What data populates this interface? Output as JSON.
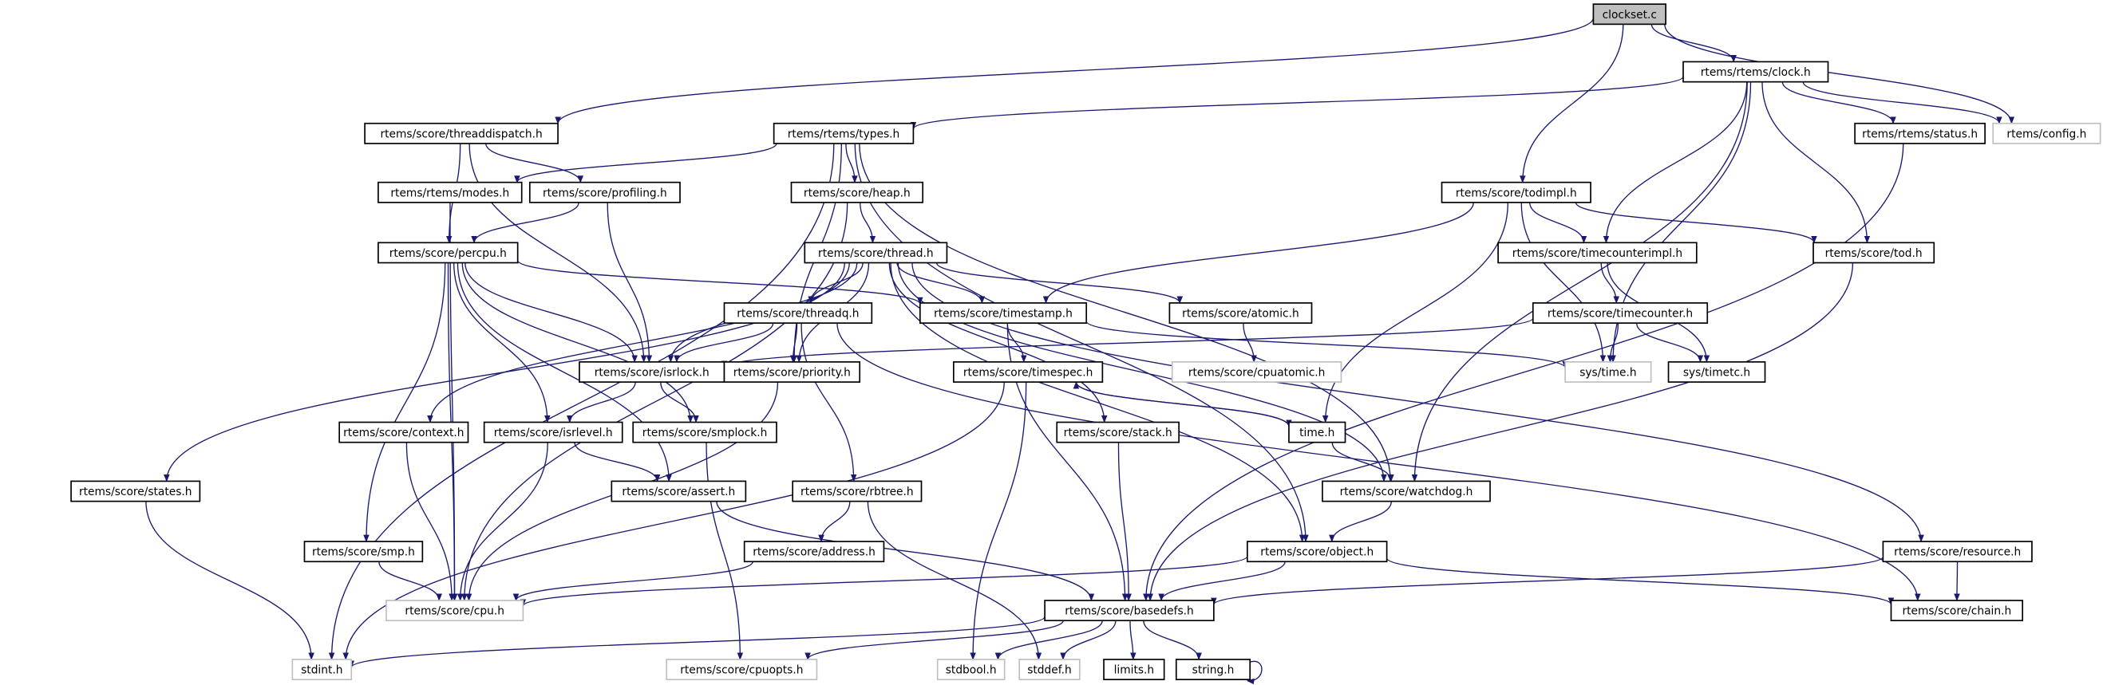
{
  "graph": {
    "colors": {
      "edge": "#191970",
      "root_fill": "#bfbfbf",
      "node_border": "#000000",
      "missing_border": "#bfbfbf",
      "background": "#ffffff"
    },
    "nodes": [
      {
        "id": "clockset",
        "label": "clockset.c",
        "kind": "root"
      },
      {
        "id": "clock",
        "label": "rtems/rtems/clock.h",
        "kind": "found"
      },
      {
        "id": "threaddispatch",
        "label": "rtems/score/threaddispatch.h",
        "kind": "found"
      },
      {
        "id": "types",
        "label": "rtems/rtems/types.h",
        "kind": "found"
      },
      {
        "id": "status",
        "label": "rtems/rtems/status.h",
        "kind": "found"
      },
      {
        "id": "config",
        "label": "rtems/config.h",
        "kind": "missing"
      },
      {
        "id": "modes",
        "label": "rtems/rtems/modes.h",
        "kind": "found"
      },
      {
        "id": "profiling",
        "label": "rtems/score/profiling.h",
        "kind": "found"
      },
      {
        "id": "heap",
        "label": "rtems/score/heap.h",
        "kind": "found"
      },
      {
        "id": "todimpl",
        "label": "rtems/score/todimpl.h",
        "kind": "found"
      },
      {
        "id": "percpu",
        "label": "rtems/score/percpu.h",
        "kind": "found"
      },
      {
        "id": "thread",
        "label": "rtems/score/thread.h",
        "kind": "found"
      },
      {
        "id": "timecounterimpl",
        "label": "rtems/score/timecounterimpl.h",
        "kind": "found"
      },
      {
        "id": "tod",
        "label": "rtems/score/tod.h",
        "kind": "found"
      },
      {
        "id": "threadq",
        "label": "rtems/score/threadq.h",
        "kind": "found"
      },
      {
        "id": "timestamp",
        "label": "rtems/score/timestamp.h",
        "kind": "found"
      },
      {
        "id": "atomic",
        "label": "rtems/score/atomic.h",
        "kind": "found"
      },
      {
        "id": "timecounter",
        "label": "rtems/score/timecounter.h",
        "kind": "found"
      },
      {
        "id": "isrlock",
        "label": "rtems/score/isrlock.h",
        "kind": "found"
      },
      {
        "id": "priority",
        "label": "rtems/score/priority.h",
        "kind": "found"
      },
      {
        "id": "timespec",
        "label": "rtems/score/timespec.h",
        "kind": "found"
      },
      {
        "id": "cpuatomic",
        "label": "rtems/score/cpuatomic.h",
        "kind": "missing"
      },
      {
        "id": "systime",
        "label": "sys/time.h",
        "kind": "missing"
      },
      {
        "id": "systimetc",
        "label": "sys/timetc.h",
        "kind": "found"
      },
      {
        "id": "context",
        "label": "rtems/score/context.h",
        "kind": "found"
      },
      {
        "id": "isrlevel",
        "label": "rtems/score/isrlevel.h",
        "kind": "found"
      },
      {
        "id": "smplock",
        "label": "rtems/score/smplock.h",
        "kind": "found"
      },
      {
        "id": "stack",
        "label": "rtems/score/stack.h",
        "kind": "found"
      },
      {
        "id": "time",
        "label": "time.h",
        "kind": "found"
      },
      {
        "id": "states",
        "label": "rtems/score/states.h",
        "kind": "found"
      },
      {
        "id": "assert",
        "label": "rtems/score/assert.h",
        "kind": "found"
      },
      {
        "id": "rbtree",
        "label": "rtems/score/rbtree.h",
        "kind": "found"
      },
      {
        "id": "watchdog",
        "label": "rtems/score/watchdog.h",
        "kind": "found"
      },
      {
        "id": "smp",
        "label": "rtems/score/smp.h",
        "kind": "found"
      },
      {
        "id": "address",
        "label": "rtems/score/address.h",
        "kind": "found"
      },
      {
        "id": "object",
        "label": "rtems/score/object.h",
        "kind": "found"
      },
      {
        "id": "resource",
        "label": "rtems/score/resource.h",
        "kind": "found"
      },
      {
        "id": "cpu",
        "label": "rtems/score/cpu.h",
        "kind": "missing"
      },
      {
        "id": "basedefs",
        "label": "rtems/score/basedefs.h",
        "kind": "found"
      },
      {
        "id": "chain",
        "label": "rtems/score/chain.h",
        "kind": "found"
      },
      {
        "id": "stdint",
        "label": "stdint.h",
        "kind": "missing"
      },
      {
        "id": "cpuopts",
        "label": "rtems/score/cpuopts.h",
        "kind": "missing"
      },
      {
        "id": "stdbool",
        "label": "stdbool.h",
        "kind": "missing"
      },
      {
        "id": "stddef",
        "label": "stddef.h",
        "kind": "missing"
      },
      {
        "id": "limits",
        "label": "limits.h",
        "kind": "found"
      },
      {
        "id": "string",
        "label": "string.h",
        "kind": "found"
      }
    ],
    "edges": [
      [
        "clockset",
        "threaddispatch"
      ],
      [
        "clockset",
        "clock"
      ],
      [
        "clockset",
        "todimpl"
      ],
      [
        "clockset",
        "config"
      ],
      [
        "clock",
        "types"
      ],
      [
        "clock",
        "status"
      ],
      [
        "clock",
        "config"
      ],
      [
        "clock",
        "timecounterimpl"
      ],
      [
        "clock",
        "systime"
      ],
      [
        "clock",
        "watchdog"
      ],
      [
        "clock",
        "tod"
      ],
      [
        "status",
        "basedefs"
      ],
      [
        "threaddispatch",
        "percpu"
      ],
      [
        "threaddispatch",
        "profiling"
      ],
      [
        "threaddispatch",
        "isrlock"
      ],
      [
        "types",
        "modes"
      ],
      [
        "types",
        "heap"
      ],
      [
        "types",
        "priority"
      ],
      [
        "types",
        "stdint"
      ],
      [
        "types",
        "watchdog"
      ],
      [
        "types",
        "object"
      ],
      [
        "modes",
        "cpu"
      ],
      [
        "profiling",
        "percpu"
      ],
      [
        "profiling",
        "isrlock"
      ],
      [
        "heap",
        "thread"
      ],
      [
        "heap",
        "cpu"
      ],
      [
        "todimpl",
        "timestamp"
      ],
      [
        "todimpl",
        "timecounterimpl"
      ],
      [
        "todimpl",
        "tod"
      ],
      [
        "todimpl",
        "time"
      ],
      [
        "todimpl",
        "systime"
      ],
      [
        "percpu",
        "timestamp"
      ],
      [
        "percpu",
        "isrlock"
      ],
      [
        "percpu",
        "isrlevel"
      ],
      [
        "percpu",
        "smplock"
      ],
      [
        "percpu",
        "assert"
      ],
      [
        "percpu",
        "smp"
      ],
      [
        "percpu",
        "cpu"
      ],
      [
        "thread",
        "timestamp"
      ],
      [
        "thread",
        "threadq"
      ],
      [
        "thread",
        "atomic"
      ],
      [
        "thread",
        "isrlock"
      ],
      [
        "thread",
        "priority"
      ],
      [
        "thread",
        "states"
      ],
      [
        "thread",
        "context"
      ],
      [
        "thread",
        "stack"
      ],
      [
        "thread",
        "object"
      ],
      [
        "thread",
        "watchdog"
      ],
      [
        "thread",
        "resource"
      ],
      [
        "timecounterimpl",
        "timecounter"
      ],
      [
        "timecounterimpl",
        "systimetc"
      ],
      [
        "tod",
        "basedefs"
      ],
      [
        "timecounter",
        "systime"
      ],
      [
        "timecounter",
        "systimetc"
      ],
      [
        "timecounter",
        "isrlock"
      ],
      [
        "threadq",
        "isrlock"
      ],
      [
        "threadq",
        "priority"
      ],
      [
        "threadq",
        "rbtree"
      ],
      [
        "threadq",
        "chain"
      ],
      [
        "timestamp",
        "timespec"
      ],
      [
        "timestamp",
        "basedefs"
      ],
      [
        "timestamp",
        "systime"
      ],
      [
        "atomic",
        "cpuatomic"
      ],
      [
        "isrlock",
        "isrlevel"
      ],
      [
        "isrlock",
        "smplock"
      ],
      [
        "priority",
        "cpu"
      ],
      [
        "timespec",
        "stdint"
      ],
      [
        "timespec",
        "stdbool"
      ],
      [
        "timespec",
        "time"
      ],
      [
        "time",
        "timespec"
      ],
      [
        "time",
        "watchdog"
      ],
      [
        "context",
        "cpu"
      ],
      [
        "isrlevel",
        "assert"
      ],
      [
        "isrlevel",
        "cpu"
      ],
      [
        "smplock",
        "cpuopts"
      ],
      [
        "stack",
        "basedefs"
      ],
      [
        "states",
        "stdint"
      ],
      [
        "assert",
        "basedefs"
      ],
      [
        "rbtree",
        "address"
      ],
      [
        "rbtree",
        "stddef"
      ],
      [
        "watchdog",
        "object"
      ],
      [
        "smp",
        "cpu"
      ],
      [
        "address",
        "cpu"
      ],
      [
        "object",
        "cpu"
      ],
      [
        "object",
        "basedefs"
      ],
      [
        "object",
        "chain"
      ],
      [
        "resource",
        "basedefs"
      ],
      [
        "resource",
        "chain"
      ],
      [
        "basedefs",
        "stdint"
      ],
      [
        "basedefs",
        "cpuopts"
      ],
      [
        "basedefs",
        "stdbool"
      ],
      [
        "basedefs",
        "stddef"
      ],
      [
        "basedefs",
        "limits"
      ],
      [
        "basedefs",
        "string"
      ],
      [
        "string",
        "string"
      ]
    ]
  }
}
